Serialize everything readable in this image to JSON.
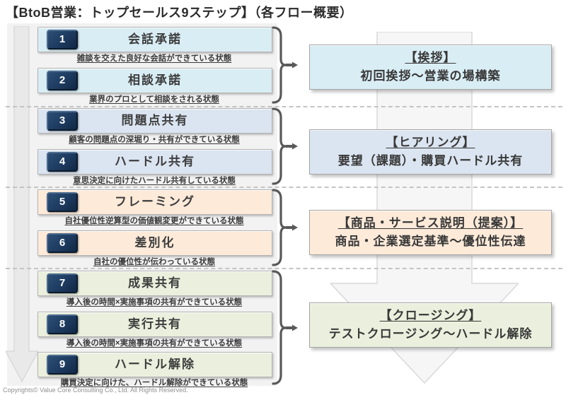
{
  "title": "【BtoB営業：トップセールス9ステップ】（各フロー概要）",
  "copyright": "Copyrights© Value Core Consulting Co., Ltd.  All Rights Reserved.",
  "colors": {
    "group_aisatsu": "#d9edf4",
    "group_hearing": "#dbe5f1",
    "group_teian": "#fdead9",
    "group_closing": "#eaf0dd",
    "badge_navy": "#1d3a5f",
    "brace_gray": "#595959",
    "arrow_gray": "#e9e9e9",
    "arrow_gray_light": "#f6f6f6"
  },
  "groups": [
    {
      "phase": {
        "title": "【挨拶】",
        "subtitle": "初回挨拶～営業の場構築"
      },
      "steps": [
        {
          "num": "1",
          "label": "会話承諾",
          "caption": "雑談を交えた良好な会話ができている状態"
        },
        {
          "num": "2",
          "label": "相談承諾",
          "caption": "業界のプロとして相談をされる状態"
        }
      ]
    },
    {
      "phase": {
        "title": "【ヒアリング】",
        "subtitle": "要望（課題）・購買ハードル共有"
      },
      "steps": [
        {
          "num": "3",
          "label": "問題点共有",
          "caption": "顧客の問題点の深堀り・共有ができている状態"
        },
        {
          "num": "4",
          "label": "ハードル共有",
          "caption": "意思決定に向けたハードル共有している状態"
        }
      ]
    },
    {
      "phase": {
        "title": "【商品・サービス説明（提案）】",
        "subtitle": "商品・企業選定基準～優位性伝達"
      },
      "steps": [
        {
          "num": "5",
          "label": "フレーミング",
          "caption": "自社優位性逆算型の価値観変更ができている状態"
        },
        {
          "num": "6",
          "label": "差別化",
          "caption": "自社の優位性が伝わっている状態"
        }
      ]
    },
    {
      "phase": {
        "title": "【クロージング】",
        "subtitle": "テストクロージング～ハードル解除"
      },
      "steps": [
        {
          "num": "7",
          "label": "成果共有",
          "caption": "導入後の時間×実施事項の共有ができている状態"
        },
        {
          "num": "8",
          "label": "実行共有",
          "caption": "導入後の時間×実施事項の共有ができている状態"
        },
        {
          "num": "9",
          "label": "ハードル解除",
          "caption": "購買決定に向けた、ハードル解除ができている状態"
        }
      ]
    }
  ]
}
